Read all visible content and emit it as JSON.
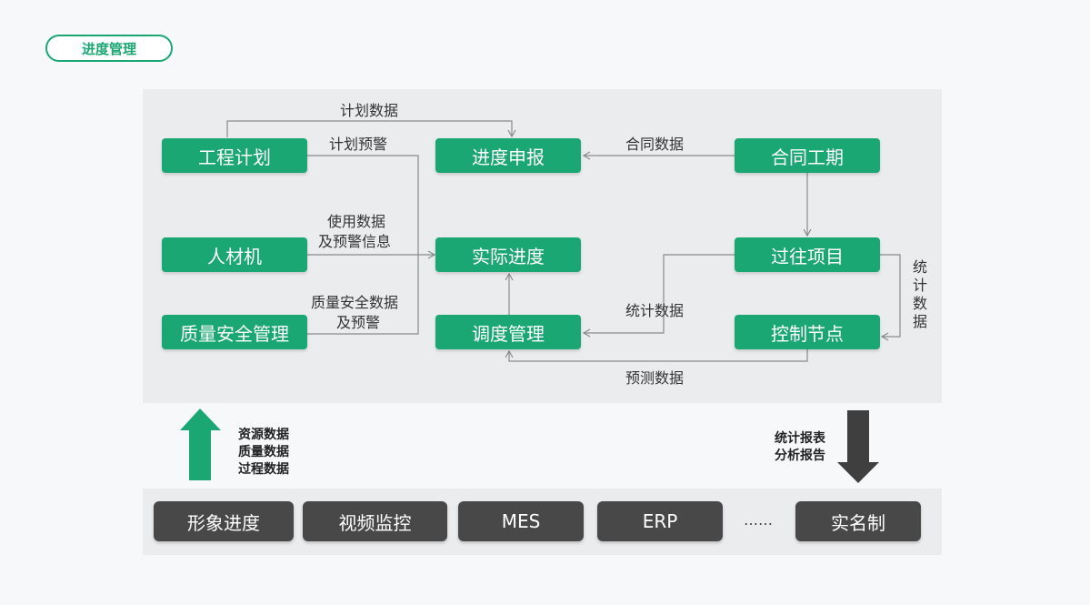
{
  "section_tag": "进度管理",
  "nodes": {
    "engineering_plan": "工程计划",
    "progress_report": "进度申报",
    "contract_period": "合同工期",
    "labor_material_machine": "人材机",
    "actual_progress": "实际进度",
    "past_projects": "过往项目",
    "quality_safety_mgmt": "质量安全管理",
    "dispatch_mgmt": "调度管理",
    "control_nodes": "控制节点"
  },
  "edge_labels": {
    "plan_data": "计划数据",
    "plan_warning": "计划预警",
    "contract_data": "合同数据",
    "usage_data_1": "使用数据",
    "usage_data_2": "及预警信息",
    "quality_data_1": "质量安全数据",
    "quality_data_2": "及预警",
    "stats_data": "统计数据",
    "forecast_data": "预测数据",
    "stats_vertical": [
      "统",
      "计",
      "数",
      "据"
    ]
  },
  "up_arrow_labels": [
    "资源数据",
    "质量数据",
    "过程数据"
  ],
  "down_arrow_labels": [
    "统计报表",
    "分析报告"
  ],
  "systems": [
    "形象进度",
    "视频监控",
    "MES",
    "ERP",
    "实名制"
  ],
  "ellipsis": "……",
  "colors": {
    "green": "#1ba774",
    "dark": "#494848",
    "line": "#8a8a8a"
  }
}
